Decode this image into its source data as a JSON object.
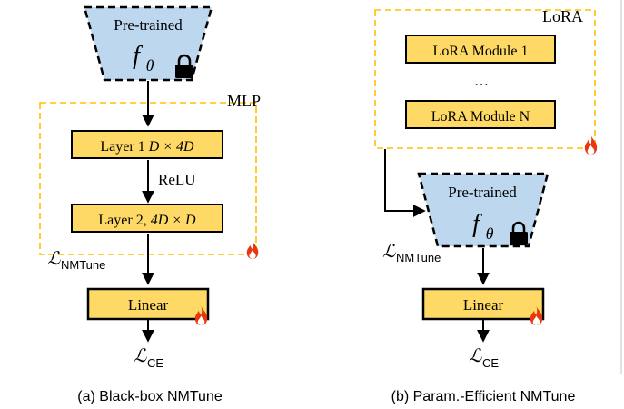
{
  "left": {
    "model": {
      "title": "Pre-trained",
      "symbol": "f",
      "symbol_sub": "θ",
      "lock_icon": "lock-icon"
    },
    "mlp_label": "MLP",
    "layer1": {
      "text": "Layer 1 ",
      "math": "D × 4D"
    },
    "activation": "ReLU",
    "layer2": {
      "text": "Layer 2, ",
      "math": "4D × D"
    },
    "loss_nmtune": {
      "symbol": "ℒ",
      "sub": "NMTune"
    },
    "linear": "Linear",
    "loss_ce": {
      "symbol": "ℒ",
      "sub": "CE"
    },
    "caption": "(a) Black-box NMTune",
    "fire_icon": "fire-icon"
  },
  "right": {
    "lora_label": "LoRA",
    "module1": "LoRA Module 1",
    "ellipsis": "…",
    "moduleN": "LoRA Module N",
    "model": {
      "title": "Pre-trained",
      "symbol": "f",
      "symbol_sub": "θ",
      "lock_icon": "lock-icon"
    },
    "loss_nmtune": {
      "symbol": "ℒ",
      "sub": "NMTune"
    },
    "linear": "Linear",
    "loss_ce": {
      "symbol": "ℒ",
      "sub": "CE"
    },
    "caption": "(b) Param.-Efficient NMTune",
    "fire_icon": "fire-icon"
  },
  "colors": {
    "model_fill": "#bdd7ee",
    "box_fill": "#ffd966",
    "dash_orange": "#ffc000",
    "fire": "#e8370e",
    "stroke": "#000000"
  }
}
